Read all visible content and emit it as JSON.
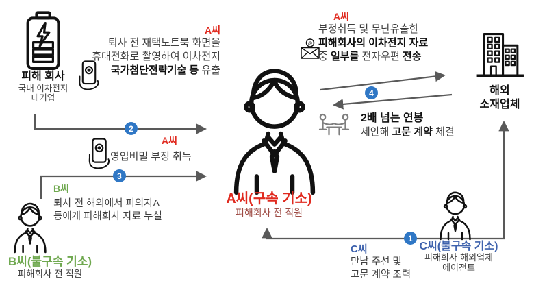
{
  "palette": {
    "red": "#e02a1f",
    "green": "#6fa84f",
    "blue": "#3e62ad",
    "circle_blue": "#2f77c5",
    "line_gray": "#595959",
    "text_dark": "#3f3f3f",
    "text_black": "#111111",
    "a_desc_red": "#9e4b44"
  },
  "victim_company": {
    "icon": "battery-icon",
    "title": "피해 회사",
    "subtitle_line1": "국내 이차전지",
    "subtitle_line2": "대기업"
  },
  "overseas_company": {
    "icon": "building-icon",
    "title_line1": "해외",
    "title_line2": "소재업체"
  },
  "person_a": {
    "icon": "person-icon",
    "name": "A씨(구속 기소)",
    "desc": "피해회사 전 직원"
  },
  "person_b": {
    "icon": "person-icon",
    "name": "B씨(불구속 기소)",
    "desc": "피해회사 전 직원"
  },
  "person_c": {
    "icon": "person-icon",
    "name": "C씨(불구속 기소)",
    "desc_line1": "피해회사-해외업체",
    "desc_line2": "에이전트"
  },
  "steps": {
    "step1": {
      "number": "1",
      "actor": "C씨",
      "line1": "만남 주선 및",
      "line2": "고문 계약 조력"
    },
    "step2": {
      "number": "2",
      "actor": "A씨",
      "icon": "smartphone-camera-icon",
      "line1": "퇴사 전 재택노트북 화면을",
      "line2": "휴대전화로 촬영하여 이차전지",
      "line3_bold": "국가첨단전략기술 등",
      "line3_rest": " 유출"
    },
    "step3": {
      "number": "3",
      "actor": "A씨",
      "icon": "smartphone-camera-icon",
      "text": "영업비밀 부정 취득"
    },
    "step4": {
      "number": "4",
      "actor": "A씨",
      "icon": "email-icon",
      "line1": "부정취득 및 무단유출한",
      "line2": "피해회사의 이차전지 자료",
      "line3_pre": "중 ",
      "line3_bold1": "일부를",
      "line3_mid": " 전자우편 ",
      "line3_bold2": "전송"
    },
    "contract": {
      "icon": "handshake-icon",
      "line1": "2배 넘는 연봉",
      "line2_pre": "제안해 ",
      "line2_bold": "고문 계약",
      "line2_rest": " 체결"
    }
  },
  "b_action": {
    "actor": "B씨",
    "line1": "퇴사 전 해외에서 피의자A",
    "line2": "등에게 피해회사 자료 누설"
  }
}
